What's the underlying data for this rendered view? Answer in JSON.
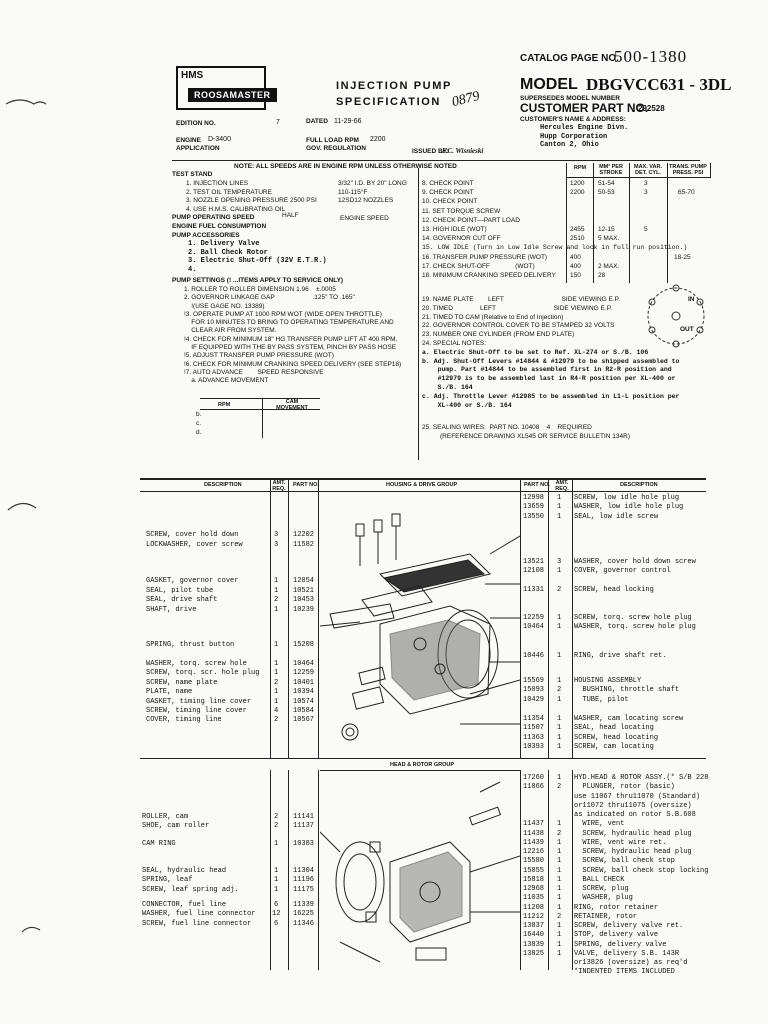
{
  "header": {
    "logo_top": "HMS",
    "logo_brand": "ROOSAMASTER",
    "title_line1": "INJECTION PUMP",
    "title_line2": "SPECIFICATION",
    "handwritten_code": "0879",
    "catalog_label": "CATALOG PAGE NO.",
    "catalog_value": "500-1380",
    "model_label": "MODEL",
    "model_value": "DBGVCC631 - 3DL",
    "supersedes": "SUPERSEDES MODEL NUMBER",
    "customer_part_label": "CUSTOMER PART NO.",
    "customer_part_value": "292528",
    "customer_name_label": "CUSTOMER'S NAME & ADDRESS:",
    "customer_address": [
      "Hercules Engine Divn.",
      "Hupp Corporation",
      "Canton 2, Ohio"
    ],
    "edition_label": "EDITION NO.",
    "edition_value": "7",
    "dated_label": "DATED",
    "dated_value": "11-29-66",
    "engine_label": "ENGINE",
    "engine_value": "D-3400",
    "application_label": "APPLICATION",
    "full_load_label": "FULL LOAD RPM",
    "full_load_value": "2200",
    "gov_reg_label": "GOV. REGULATION",
    "issued_label": "ISSUED BY:",
    "issued_value": "F.C. Wisnieski"
  },
  "note": "NOTE: ALL SPEEDS ARE IN ENGINE RPM UNLESS OTHERWISE NOTED",
  "test_stand": {
    "heading": "TEST STAND",
    "items": [
      {
        "label": "1. INJECTION LINES",
        "value": "3/32\" I.D. BY 20\" LONG"
      },
      {
        "label": "2. TEST OIL TEMPERATURE",
        "value": "110-115°F"
      },
      {
        "label": "3. NOZZLE OPENING PRESSURE   2500 PSI",
        "value": "12SD12 NOZZLES"
      },
      {
        "label": "4. USE H.M.S. CALIBRATING OIL",
        "value": ""
      }
    ],
    "op_speed_label": "PUMP OPERATING SPEED",
    "op_speed_value": "HALF",
    "op_speed_right": "ENGINE SPEED",
    "fuel_consumption": "ENGINE FUEL CONSUMPTION",
    "accessories_heading": "PUMP ACCESSORIES",
    "accessories": [
      "1. Delivery Valve",
      "2. Ball Check Rotor",
      "3. Electric Shut-Off (32V E.T.R.)",
      "4."
    ]
  },
  "settings": {
    "heading": "PUMP SETTINGS (! ...ITEMS APPLY TO SERVICE ONLY)",
    "items": [
      "1. ROLLER TO ROLLER DIMENSION 1.96    ±.0005",
      "2. GOVERNOR LINKAGE GAP                     .125\" TO .165\"",
      "    !(USE GAGE NO. 13389)",
      "!3. OPERATE PUMP AT 1000 RPM WOT (WIDE OPEN THROTTLE)",
      "    FOR 10 MINUTES TO BRING TO OPERATING TEMPERATURE AND",
      "    CLEAR AIR FROM SYSTEM.",
      "!4. CHECK FOR MINIMUM 18\" HG TRANSFER PUMP LIFT AT 400 RPM,",
      "    IF EQUIPPED WITH THE BY PASS SYSTEM, PINCH BY PASS HOSE",
      "!5. ADJUST TRANSFER PUMP PRESSURE (WOT)",
      "!6. CHECK FOR MINIMUM CRANKING SPEED DELIVERY (SEE STEP18)",
      "!7. AUTO ADVANCE        SPEED RESPONSIVE",
      "    a. ADVANCE MOVEMENT"
    ],
    "adv_headers": [
      "RPM",
      "CAM MOVEMENT"
    ],
    "adv_rows": [
      "b.",
      "c.",
      "d."
    ]
  },
  "checkpoints": {
    "headers": [
      "RPM",
      "MM³ PER STROKE",
      "MAX. VAR. DET. CYL.",
      "TRANS. PUMP PRESS. PSI"
    ],
    "rows": [
      {
        "label": "8. CHECK POINT",
        "rpm": "1200",
        "mm": "51-54",
        "var": "3",
        "psi": ""
      },
      {
        "label": "9. CHECK POINT",
        "rpm": "2200",
        "mm": "50-53",
        "var": "3",
        "psi": "65-70"
      },
      {
        "label": "10. CHECK POINT",
        "rpm": "",
        "mm": "",
        "var": "",
        "psi": ""
      },
      {
        "label": "11. SET TORQUE SCREW",
        "rpm": "",
        "mm": "",
        "var": "",
        "psi": ""
      },
      {
        "label": "12. CHECK POINT—PART LOAD",
        "rpm": "",
        "mm": "",
        "var": "",
        "psi": ""
      },
      {
        "label": "13. HIGH IDLE (WOT)",
        "rpm": "2455",
        "mm": "12-15",
        "var": "5",
        "psi": ""
      },
      {
        "label": "14. GOVERNOR CUT OFF",
        "rpm": "2510",
        "mm": "5 MAX.",
        "var": "",
        "psi": ""
      },
      {
        "label": "15. LOW IDLE (Turn in Low Idle Screw and lock in full run position.)",
        "rpm": "",
        "mm": "",
        "var": "",
        "psi": ""
      },
      {
        "label": "16. TRANSFER PUMP PRESSURE (WOT)",
        "rpm": "400",
        "mm": "",
        "var": "",
        "psi": "18-25"
      },
      {
        "label": "17. CHECK SHUT-OFF              (WOT)",
        "rpm": "400",
        "mm": "2 MAX.",
        "var": "",
        "psi": ""
      },
      {
        "label": "18. MINIMUM CRANKING SPEED DELIVERY",
        "rpm": "150",
        "mm": "28",
        "var": "",
        "psi": ""
      }
    ]
  },
  "right_notes": [
    "19. NAME PLATE        LEFT                                SIDE VIEWING E.P.",
    "20. TIMED               LEFT                                SIDE VIEWING E.P.",
    "21. TIMED TO  CAM (Relative to End of Injection)",
    "22. GOVERNOR CONTROL COVER TO BE STAMPED 32 VOLTS",
    "23. NUMBER ONE CYLINDER (FROM END PLATE)",
    "24. SPECIAL NOTES:",
    "a. Electric Shut-Off to be set to Ref. XL-274 or S./B. 106",
    "b. Adj. Shut-Off Levers #14844 & #12979 to be shipped assembled to",
    "    pump. Part #14844 to be assembled first in R2-R position and",
    "    #12979 is to be assembled last in R4-R position per XL-400 or",
    "    S./B. 164",
    "c. Adj. Throttle Lever #12985 to be assembled in L1-L position per",
    "    XL-400 or S./B. 164"
  ],
  "sealing": {
    "line1": "25. SEALING WIRES:  PART NO. 10408    4    REQUIRED",
    "line2": "(REFERENCE DRAWING XL545 OR SERVICE BULLETIN 134R)"
  },
  "circle_labels": {
    "in": "IN",
    "out": "OUT"
  },
  "parts_headers": {
    "description": "DESCRIPTION",
    "amt": "AMT. REQ.",
    "part": "PART NO.",
    "group1": "HOUSING & DRIVE GROUP",
    "group2": "HEAD & ROTOR GROUP"
  },
  "left_parts_1": [
    {
      "desc": "SCREW, cover hold down",
      "amt": "3",
      "part": "12202"
    },
    {
      "desc": "LOCKWASHER, cover screw",
      "amt": "3",
      "part": "11582"
    },
    {
      "desc": "",
      "amt": "",
      "part": ""
    },
    {
      "desc": "",
      "amt": "",
      "part": ""
    },
    {
      "desc": "",
      "amt": "",
      "part": ""
    },
    {
      "desc": "GASKET, governor cover",
      "amt": "1",
      "part": "12054"
    },
    {
      "desc": "SEAL, pilot tube",
      "amt": "1",
      "part": "10521"
    },
    {
      "desc": "SEAL, drive shaft",
      "amt": "2",
      "part": "10453"
    },
    {
      "desc": "SHAFT, drive",
      "amt": "1",
      "part": "10239"
    },
    {
      "desc": "",
      "amt": "",
      "part": ""
    },
    {
      "desc": "",
      "amt": "",
      "part": ""
    },
    {
      "desc": "",
      "amt": "",
      "part": ""
    },
    {
      "desc": "SPRING, thrust button",
      "amt": "1",
      "part": "15208"
    },
    {
      "desc": "",
      "amt": "",
      "part": ""
    },
    {
      "desc": "WASHER, torq. screw hole",
      "amt": "1",
      "part": "10464"
    },
    {
      "desc": "SCREW, torq. scr. hole plug",
      "amt": "1",
      "part": "12259"
    },
    {
      "desc": "SCREW, name plate",
      "amt": "2",
      "part": "10401"
    },
    {
      "desc": "PLATE, name",
      "amt": "1",
      "part": "10394"
    },
    {
      "desc": "GASKET, timing line cover",
      "amt": "1",
      "part": "10574"
    },
    {
      "desc": "SCREW, timing line cover",
      "amt": "4",
      "part": "10584"
    },
    {
      "desc": "COVER, timing line",
      "amt": "2",
      "part": "10567"
    }
  ],
  "right_parts_1": [
    {
      "part": "12998",
      "amt": "1",
      "desc": "SCREW, low idle hole plug"
    },
    {
      "part": "13659",
      "amt": "1",
      "desc": "WASHER, low idle hole plug"
    },
    {
      "part": "13550",
      "amt": "1",
      "desc": "SEAL, low idle screw"
    },
    {
      "part": "",
      "amt": "",
      "desc": ""
    },
    {
      "part": "",
      "amt": "",
      "desc": ""
    },
    {
      "part": "",
      "amt": "",
      "desc": ""
    },
    {
      "part": "",
      "amt": "",
      "desc": ""
    },
    {
      "part": "",
      "amt": "",
      "desc": ""
    },
    {
      "part": "13521",
      "amt": "3",
      "desc": "WASHER, cover hold down screw"
    },
    {
      "part": "12108",
      "amt": "1",
      "desc": "COVER, governor control"
    },
    {
      "part": "",
      "amt": "",
      "desc": ""
    },
    {
      "part": "11331",
      "amt": "2",
      "desc": "SCREW, head locking"
    },
    {
      "part": "",
      "amt": "",
      "desc": ""
    },
    {
      "part": "",
      "amt": "",
      "desc": ""
    },
    {
      "part": "",
      "amt": "",
      "desc": ""
    },
    {
      "part": "12259",
      "amt": "1",
      "desc": "SCREW, torq. screw hole plug"
    },
    {
      "part": "10464",
      "amt": "1",
      "desc": "WASHER, torq. screw hole plug"
    },
    {
      "part": "",
      "amt": "",
      "desc": ""
    },
    {
      "part": "",
      "amt": "",
      "desc": ""
    },
    {
      "part": "",
      "amt": "",
      "desc": ""
    },
    {
      "part": "10446",
      "amt": "1",
      "desc": "RING, drive shaft ret."
    },
    {
      "part": "",
      "amt": "",
      "desc": ""
    },
    {
      "part": "",
      "amt": "",
      "desc": ""
    },
    {
      "part": "15569",
      "amt": "1",
      "desc": "HOUSING ASSEMBLY"
    },
    {
      "part": "15093",
      "amt": "2",
      "desc": "  BUSHING, throttle shaft"
    },
    {
      "part": "10429",
      "amt": "1",
      "desc": "  TUBE, pilot"
    },
    {
      "part": "",
      "amt": "",
      "desc": ""
    },
    {
      "part": "",
      "amt": "",
      "desc": ""
    },
    {
      "part": "11354",
      "amt": "1",
      "desc": "WASHER, cam locating screw"
    },
    {
      "part": "11507",
      "amt": "1",
      "desc": "SEAL, head locating"
    },
    {
      "part": "11363",
      "amt": "1",
      "desc": "SCREW, head locating"
    },
    {
      "part": "10393",
      "amt": "1",
      "desc": "SCREW, cam locating"
    }
  ],
  "left_parts_2": [
    {
      "desc": "ROLLER, cam",
      "amt": "2",
      "part": "11141"
    },
    {
      "desc": "SHOE, cam roller",
      "amt": "2",
      "part": "11137"
    },
    {
      "desc": "",
      "amt": "",
      "part": ""
    },
    {
      "desc": "CAM RING",
      "amt": "1",
      "part": "10383"
    },
    {
      "desc": "",
      "amt": "",
      "part": ""
    },
    {
      "desc": "",
      "amt": "",
      "part": ""
    },
    {
      "desc": "",
      "amt": "",
      "part": ""
    },
    {
      "desc": "SEAL, hydraulic head",
      "amt": "1",
      "part": "11304"
    },
    {
      "desc": "SPRING, leaf",
      "amt": "1",
      "part": "11196"
    },
    {
      "desc": "SCREW, leaf spring adj.",
      "amt": "1",
      "part": "11175"
    },
    {
      "desc": "",
      "amt": "",
      "part": ""
    },
    {
      "desc": "",
      "amt": "",
      "part": ""
    },
    {
      "desc": "CONNECTOR, fuel line",
      "amt": "6",
      "part": "11339"
    },
    {
      "desc": "WASHER, fuel line connector",
      "amt": "12",
      "part": "16225"
    },
    {
      "desc": "SCREW, fuel line connector",
      "amt": "6",
      "part": "11346"
    }
  ],
  "right_parts_2": [
    {
      "part": "17260",
      "amt": "1",
      "desc": "HYD.HEAD & ROTOR ASSY.(* S/B 228"
    },
    {
      "part": "11066",
      "amt": "2",
      "desc": "  PLUNGER, rotor (basic)"
    },
    {
      "part": "",
      "amt": "",
      "desc": "use 11067 thru11070 (Standard)"
    },
    {
      "part": "",
      "amt": "",
      "desc": "or11072 thru11075 (oversize)"
    },
    {
      "part": "",
      "amt": "",
      "desc": "as indicated on rotor S.B.608"
    },
    {
      "part": "11437",
      "amt": "1",
      "desc": "  WIRE, vent"
    },
    {
      "part": "11438",
      "amt": "2",
      "desc": "  SCREW, hydraulic head plug"
    },
    {
      "part": "11439",
      "amt": "1",
      "desc": "  WIRE, vent wire ret."
    },
    {
      "part": "12216",
      "amt": "1",
      "desc": "  SCREW, hydraulic head plug"
    },
    {
      "part": "15580",
      "amt": "1",
      "desc": "  SCREW, ball check stop"
    },
    {
      "part": "15055",
      "amt": "1",
      "desc": "  SCREW, ball check stop locking"
    },
    {
      "part": "15818",
      "amt": "1",
      "desc": "  BALL CHECK"
    },
    {
      "part": "12968",
      "amt": "1",
      "desc": "  SCREW, plug"
    },
    {
      "part": "11035",
      "amt": "1",
      "desc": "  WASHER, plug"
    },
    {
      "part": "11208",
      "amt": "1",
      "desc": "RING, rotor retainer"
    },
    {
      "part": "11212",
      "amt": "2",
      "desc": "RETAINER, rotor"
    },
    {
      "part": "13837",
      "amt": "1",
      "desc": "SCREW, delivery valve ret."
    },
    {
      "part": "16440",
      "amt": "1",
      "desc": "STOP, delivery valve"
    },
    {
      "part": "13839",
      "amt": "1",
      "desc": "SPRING, delivery valve"
    },
    {
      "part": "13825",
      "amt": "1",
      "desc": "VALVE, delivery S.B. 143R"
    },
    {
      "part": "",
      "amt": "",
      "desc": "or13826 (oversize) as req'd"
    },
    {
      "part": "",
      "amt": "",
      "desc": "*INDENTED ITEMS INCLUDED"
    }
  ]
}
